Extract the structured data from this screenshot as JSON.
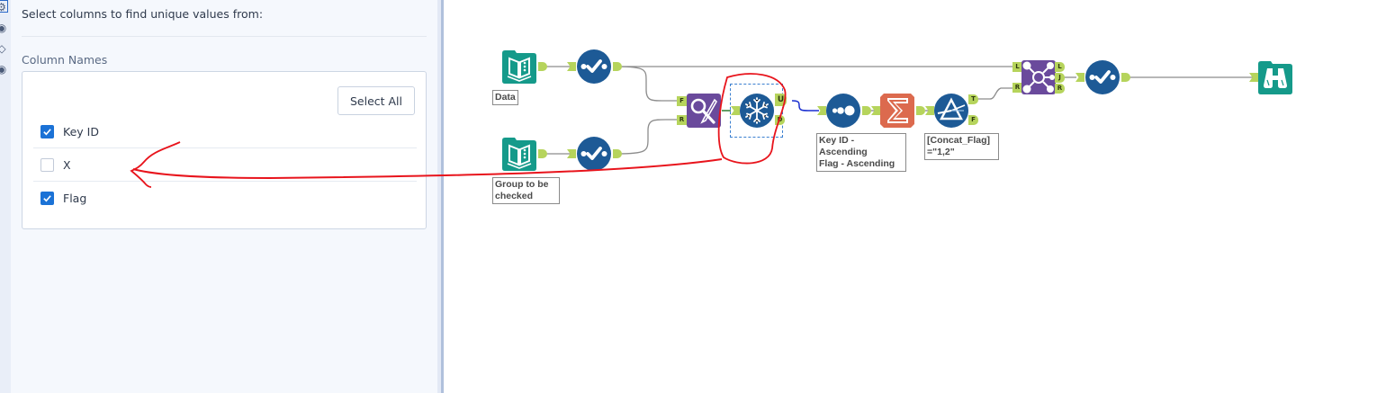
{
  "sidebar": {
    "icons": [
      "gear-icon",
      "play-circle-icon",
      "tag-icon",
      "eye-icon"
    ]
  },
  "config_panel": {
    "description": "Select columns to find unique values from:",
    "column_names_label": "Column Names",
    "select_all_label": "Select All",
    "columns": [
      {
        "name": "Key ID",
        "checked": true
      },
      {
        "name": "X",
        "checked": false
      },
      {
        "name": "Flag",
        "checked": true
      }
    ]
  },
  "workflow": {
    "tools": [
      {
        "id": "input-data",
        "type": "Input Data",
        "icon": "book-icon",
        "annotation": "Data"
      },
      {
        "id": "select-1",
        "type": "Select",
        "icon": "checkmark-icon"
      },
      {
        "id": "input-group",
        "type": "Input Data",
        "icon": "book-icon",
        "annotation": "Group to be checked"
      },
      {
        "id": "select-2",
        "type": "Select",
        "icon": "checkmark-icon"
      },
      {
        "id": "find-replace",
        "type": "Find Replace",
        "icon": "find-replace-icon",
        "anchors": [
          "F",
          "R"
        ]
      },
      {
        "id": "unique",
        "type": "Unique",
        "icon": "snowflake-icon",
        "anchors": [
          "U",
          "D"
        ],
        "selected": true
      },
      {
        "id": "sort",
        "type": "Sort",
        "icon": "dots-icon",
        "annotation": "Key ID - Ascending Flag - Ascending"
      },
      {
        "id": "summarize",
        "type": "Summarize",
        "icon": "sigma-icon"
      },
      {
        "id": "filter",
        "type": "Filter",
        "icon": "prism-icon",
        "anchors": [
          "T",
          "F"
        ],
        "annotation": "[Concat_Flag] =\"1,2\""
      },
      {
        "id": "join",
        "type": "Join",
        "icon": "join-icon",
        "anchors_in": [
          "L",
          "R"
        ],
        "anchors_out": [
          "L",
          "J",
          "R"
        ]
      },
      {
        "id": "select-3",
        "type": "Select",
        "icon": "checkmark-icon"
      },
      {
        "id": "browse",
        "type": "Browse",
        "icon": "binoculars-icon"
      }
    ],
    "annotations": {
      "data": "Data",
      "group_line1": "Group to be",
      "group_line2": "checked",
      "sort_line1": "Key ID -",
      "sort_line2": "Ascending",
      "sort_line3": "Flag - Ascending",
      "filter_line1": "[Concat_Flag]",
      "filter_line2": "=\"1,2\""
    },
    "anchor_labels": {
      "fr_f": "F",
      "fr_r": "R",
      "un_u": "U",
      "un_d": "D",
      "fi_t": "T",
      "fi_f": "F",
      "jo_in_l": "L",
      "jo_in_r": "R",
      "jo_out_l": "L",
      "jo_out_j": "J",
      "jo_out_r": "R"
    }
  },
  "colors": {
    "input_tool": "#159a8a",
    "prep_tool": "#1d5a96",
    "join_tool": "#6a4a9c",
    "transform_tool": "#dc6a4e",
    "anchor": "#b6d45c",
    "checkbox_on": "#1b72d6",
    "markup_red": "#e8141c"
  }
}
